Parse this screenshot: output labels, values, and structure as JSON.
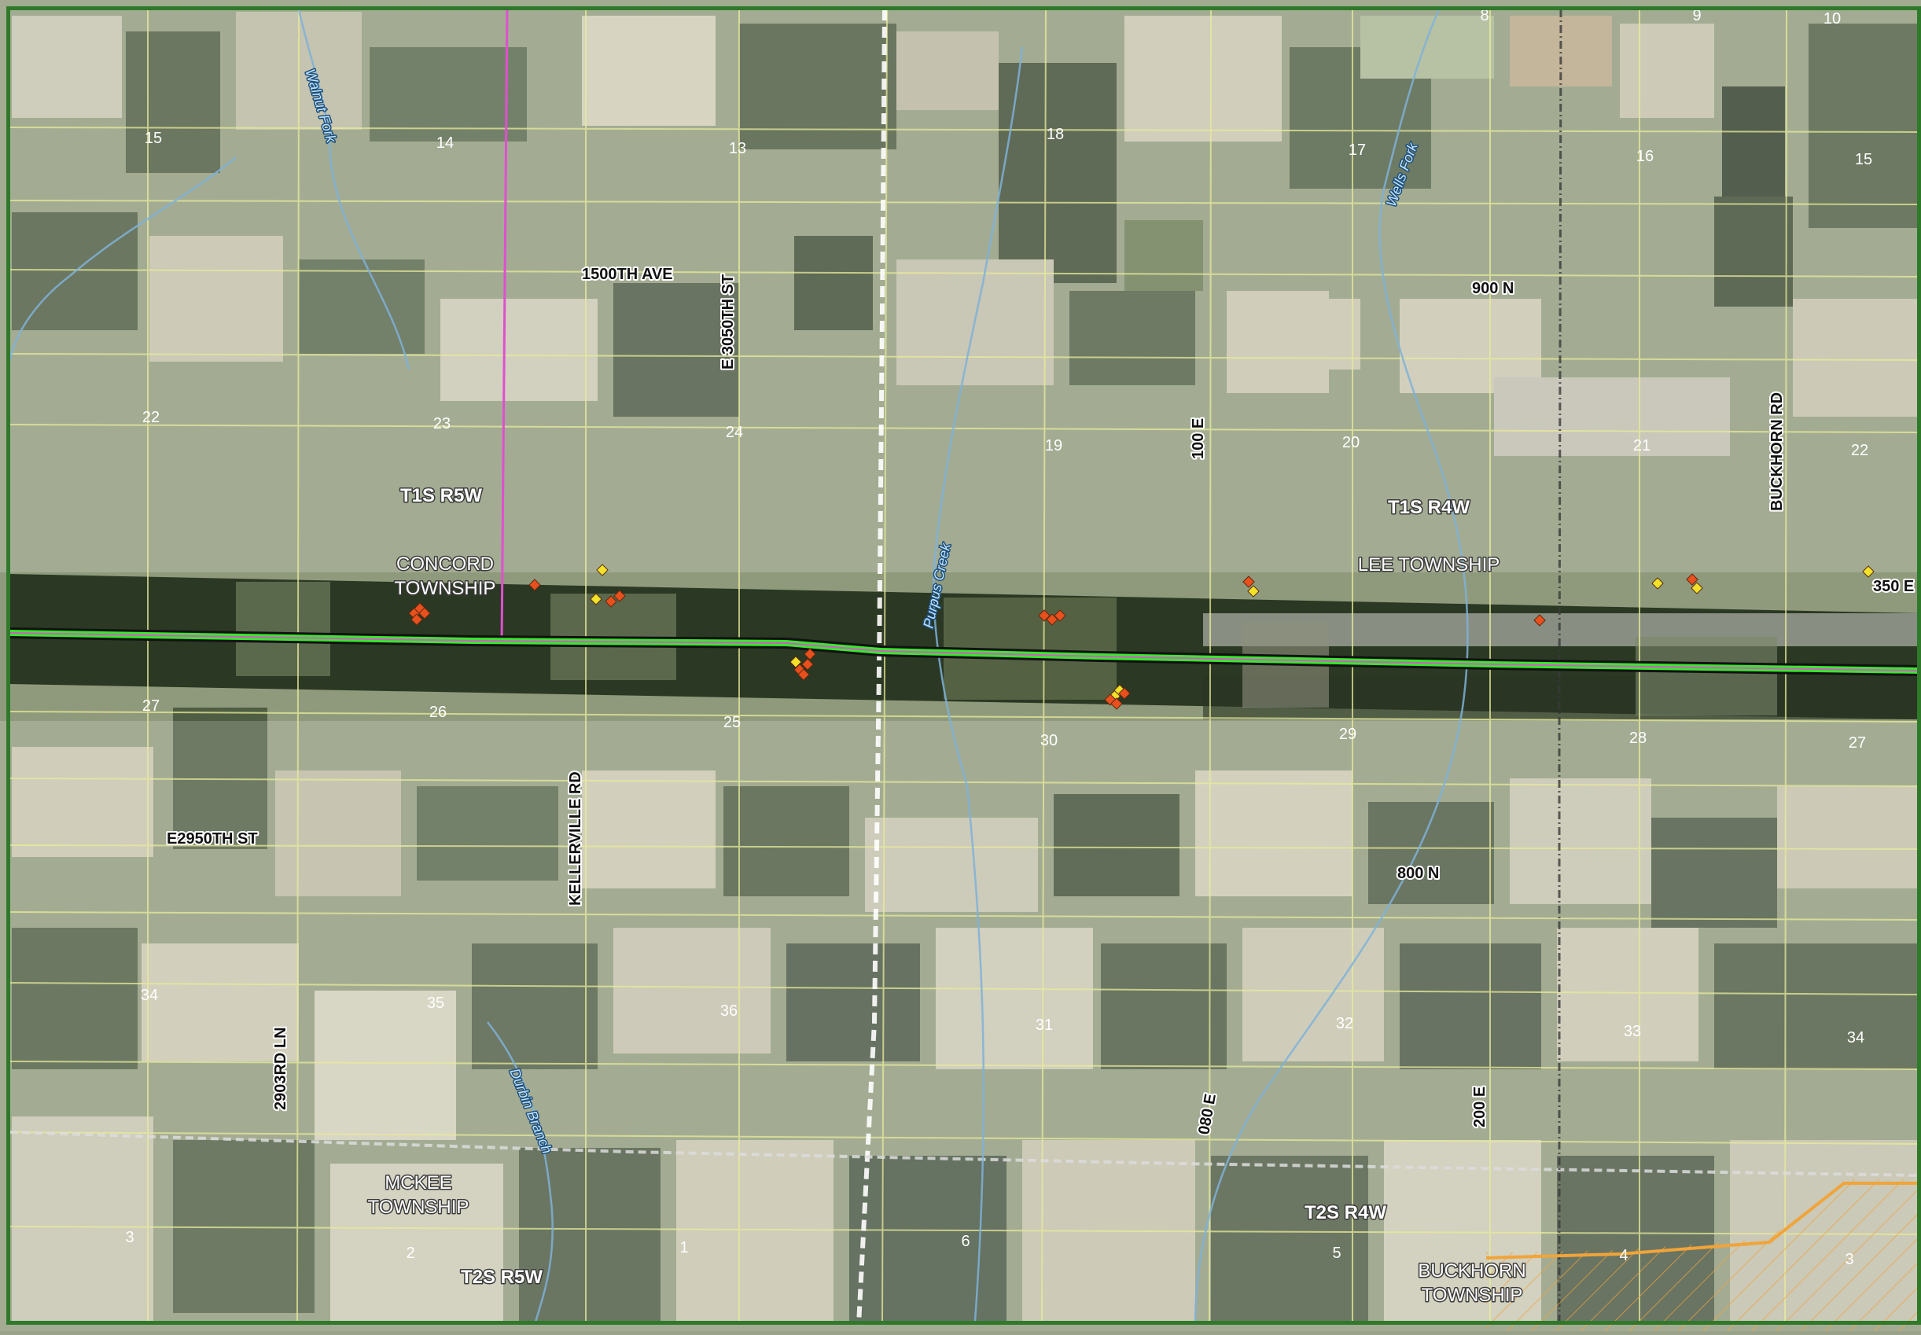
{
  "colors": {
    "background_aerial": "#8f9a7c",
    "field_light": "#c9c6b2",
    "forest_dark": "#3f4c34",
    "corridor_band": "#26331f",
    "alignment_green": "#39e62e",
    "alignment_magenta": "#d35ac8",
    "pipeline_magenta": "#e04fd0",
    "section_lines": "#e8eb9a",
    "county_line": "#e6e6e6",
    "water": "#7fb2d8",
    "label_road": "#111111",
    "label_water": "#bfe3ff",
    "label_admin": "#ffffff",
    "frame": "#2f7a2a",
    "site_orange": "#e8501d",
    "site_yellow": "#f2e22a",
    "orange_parcels": "#f0a43a"
  },
  "sections": [
    {
      "id": "sec-8",
      "label": "8"
    },
    {
      "id": "sec-9",
      "label": "9"
    },
    {
      "id": "sec-10",
      "label": "10"
    },
    {
      "id": "sec-15a",
      "label": "15"
    },
    {
      "id": "sec-14",
      "label": "14"
    },
    {
      "id": "sec-13",
      "label": "13"
    },
    {
      "id": "sec-18",
      "label": "18"
    },
    {
      "id": "sec-17",
      "label": "17"
    },
    {
      "id": "sec-16",
      "label": "16"
    },
    {
      "id": "sec-15b",
      "label": "15"
    },
    {
      "id": "sec-22a",
      "label": "22"
    },
    {
      "id": "sec-23",
      "label": "23"
    },
    {
      "id": "sec-24",
      "label": "24"
    },
    {
      "id": "sec-19",
      "label": "19"
    },
    {
      "id": "sec-20",
      "label": "20"
    },
    {
      "id": "sec-21",
      "label": "21"
    },
    {
      "id": "sec-22b",
      "label": "22"
    },
    {
      "id": "sec-27a",
      "label": "27"
    },
    {
      "id": "sec-26",
      "label": "26"
    },
    {
      "id": "sec-25",
      "label": "25"
    },
    {
      "id": "sec-30",
      "label": "30"
    },
    {
      "id": "sec-29",
      "label": "29"
    },
    {
      "id": "sec-28",
      "label": "28"
    },
    {
      "id": "sec-27b",
      "label": "27"
    },
    {
      "id": "sec-34a",
      "label": "34"
    },
    {
      "id": "sec-35",
      "label": "35"
    },
    {
      "id": "sec-36",
      "label": "36"
    },
    {
      "id": "sec-31",
      "label": "31"
    },
    {
      "id": "sec-32",
      "label": "32"
    },
    {
      "id": "sec-33",
      "label": "33"
    },
    {
      "id": "sec-34b",
      "label": "34"
    },
    {
      "id": "sec-3a",
      "label": "3"
    },
    {
      "id": "sec-2",
      "label": "2"
    },
    {
      "id": "sec-1",
      "label": "1"
    },
    {
      "id": "sec-6",
      "label": "6"
    },
    {
      "id": "sec-5",
      "label": "5"
    },
    {
      "id": "sec-4",
      "label": "4"
    },
    {
      "id": "sec-3b",
      "label": "3"
    }
  ],
  "roads": {
    "r1500th_ave": "1500TH AVE",
    "e3050th_st": "E 3050TH ST",
    "r900n": "900 N",
    "r100e": "100 E",
    "buckhorn_rd": "BUCKHORN RD",
    "r350e": "350 E",
    "kellerville_rd": "KELLERVILLE RD",
    "e2950th_st": "E2950TH ST",
    "r800n": "800 N",
    "r2903rd_ln": "2903RD LN",
    "r080e": "080 E",
    "r200e": "200 E"
  },
  "water": {
    "walnut_fork": "Walnut Fork",
    "wells_fork": "Wells Fork",
    "purpus_creek": "Purpus Creek",
    "durbin_branch": "Durbin Branch"
  },
  "admin": {
    "t1s_r5w": "T1S R5W",
    "concord_line1": "CONCORD",
    "concord_line2": "TOWNSHIP",
    "t1s_r4w": "T1S R4W",
    "lee_township": "LEE TOWNSHIP",
    "mckee_line1": "MCKEE",
    "mckee_line2": "TOWNSHIP",
    "t2s_r5w": "T2S R5W",
    "t2s_r4w": "T2S R4W",
    "buckhorn_line1": "BUCKHORN",
    "buckhorn_line2": "TOWNSHIP"
  },
  "sites": [
    {
      "color": "orange"
    },
    {
      "color": "orange"
    },
    {
      "color": "orange"
    },
    {
      "color": "orange"
    },
    {
      "color": "orange"
    },
    {
      "color": "yellow"
    },
    {
      "color": "yellow"
    },
    {
      "color": "orange"
    },
    {
      "color": "orange"
    },
    {
      "color": "yellow"
    },
    {
      "color": "orange"
    },
    {
      "color": "orange"
    },
    {
      "color": "orange"
    },
    {
      "color": "orange"
    },
    {
      "color": "orange"
    },
    {
      "color": "orange"
    },
    {
      "color": "orange"
    },
    {
      "color": "yellow"
    },
    {
      "color": "yellow"
    },
    {
      "color": "orange"
    },
    {
      "color": "orange"
    },
    {
      "color": "orange"
    },
    {
      "color": "orange"
    },
    {
      "color": "yellow"
    },
    {
      "color": "orange"
    },
    {
      "color": "yellow"
    },
    {
      "color": "orange"
    },
    {
      "color": "yellow"
    },
    {
      "color": "yellow"
    }
  ]
}
